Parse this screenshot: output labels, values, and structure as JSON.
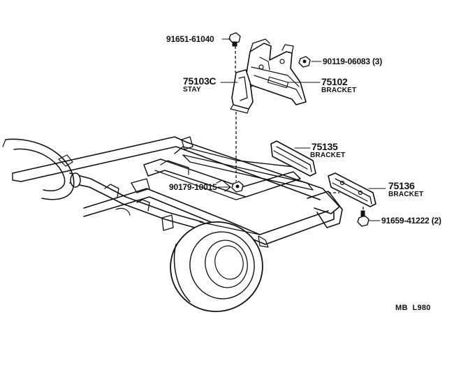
{
  "parts": {
    "bolt_top": {
      "part_no": "91651-61040"
    },
    "nut": {
      "part_no": "90119-06083",
      "qty": "(3)"
    },
    "stay": {
      "part_no": "75103C",
      "desc": "STAY"
    },
    "bracket_main": {
      "part_no": "75102",
      "desc": "BRACKET"
    },
    "bracket_left": {
      "part_no": "75135",
      "desc": "BRACKET"
    },
    "nut_frame": {
      "part_no": "90179-10015"
    },
    "bracket_right": {
      "part_no": "75136",
      "desc": "BRACKET"
    },
    "bolt_bottom": {
      "part_no": "91659-41222",
      "qty": "(2)"
    }
  },
  "footer": {
    "code_left": "MB",
    "code_right": "L980"
  }
}
